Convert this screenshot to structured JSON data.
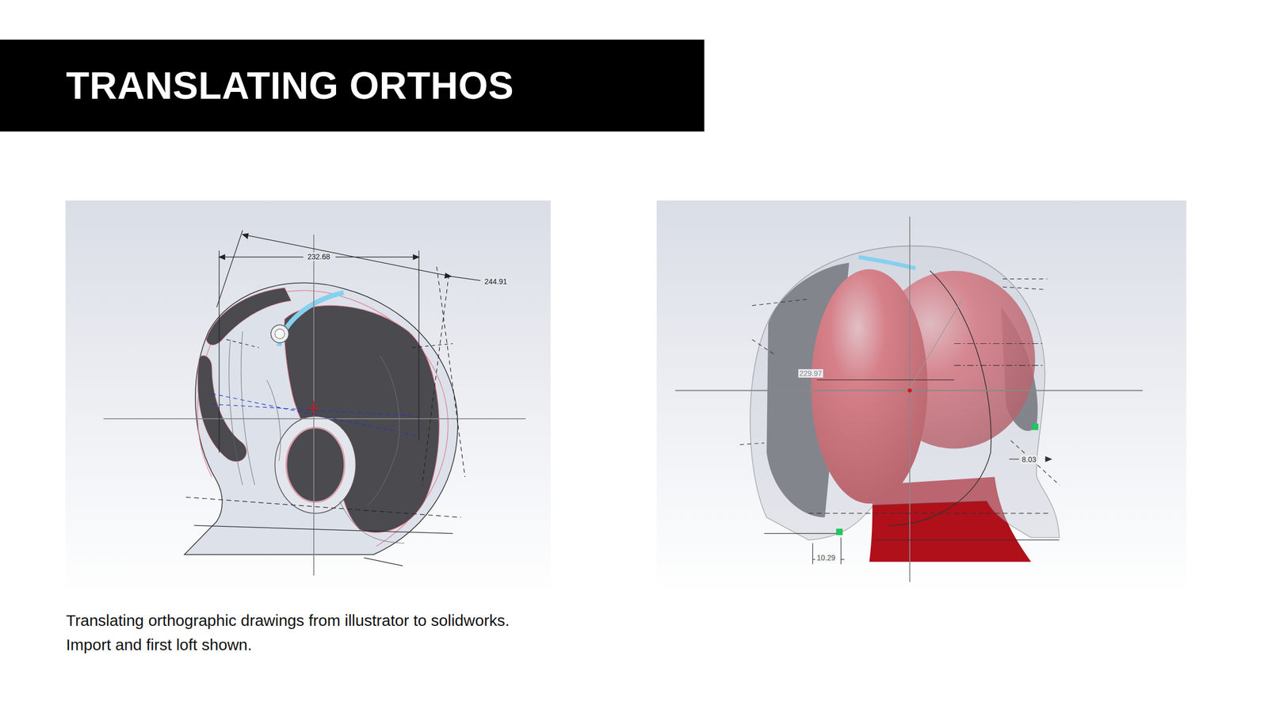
{
  "diagram": {
    "title": "TRANSLATING ORTHOS",
    "caption": "Translating orthographic drawings from illustrator to solidworks. Import and first loft shown.",
    "labels": [
      "232.68",
      "244.91",
      "229.97",
      "8.03",
      "10.29"
    ]
  }
}
